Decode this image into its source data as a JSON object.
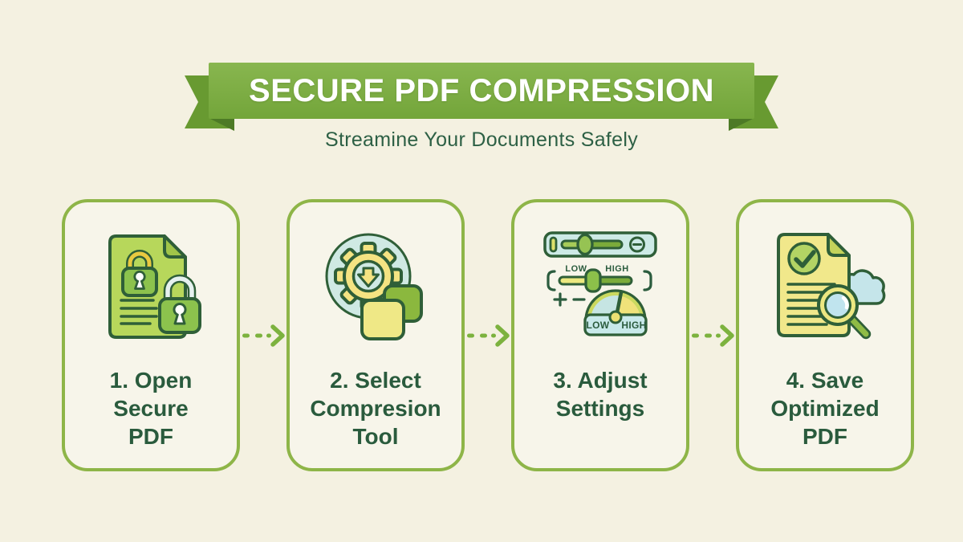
{
  "banner": {
    "title": "SECURE PDF COMPRESSION",
    "subtitle": "Streamine Your Documents Safely"
  },
  "steps": [
    {
      "icon": "secure-pdf-lock-document-icon",
      "label_lines": [
        "1. Open",
        "Secure",
        "PDF"
      ]
    },
    {
      "icon": "compression-tool-gear-icon",
      "label_lines": [
        "2. Select",
        "Compresion",
        "Tool"
      ]
    },
    {
      "icon": "settings-sliders-gauge-icon",
      "label_lines": [
        "3. Adjust",
        "Settings"
      ],
      "icon_labels": {
        "slider_low": "LOW",
        "slider_high": "HIGH",
        "gauge_low": "LOW",
        "gauge_high": "HIGH"
      }
    },
    {
      "icon": "optimized-pdf-magnifier-icon",
      "label_lines": [
        "4. Save",
        "Optimized",
        "PDF"
      ]
    }
  ],
  "colors": {
    "background": "#f4f1e1",
    "card_background": "#f7f5ea",
    "card_border": "#8eb548",
    "ribbon_band": "#7cab3f",
    "ribbon_tail": "#689a31",
    "ribbon_fold": "#4d7a26",
    "title_text": "#ffffff",
    "subtitle_text": "#2d6045",
    "step_text": "#2a5b3d",
    "arrow_green": "#7cb23e",
    "outline_green": "#2f5f38"
  }
}
